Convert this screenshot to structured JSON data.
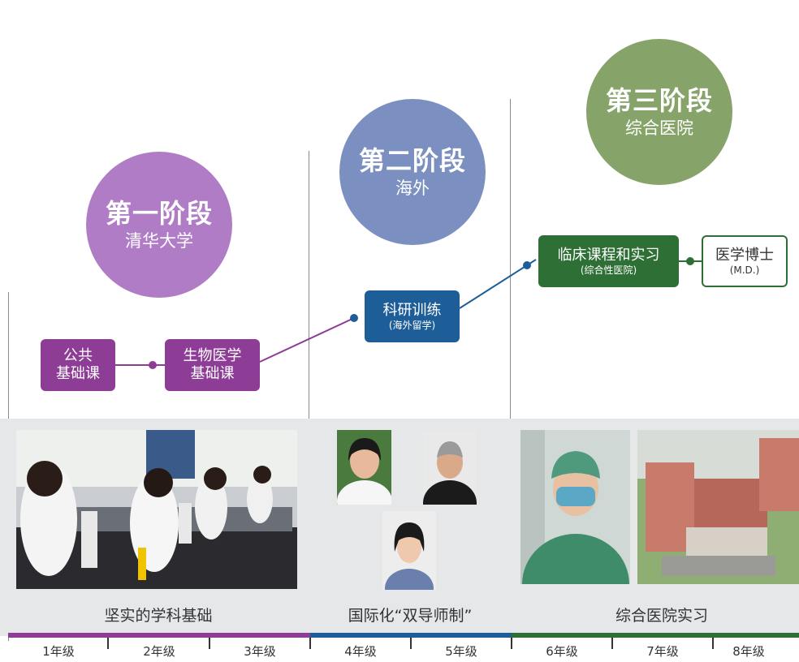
{
  "colors": {
    "purple": "#8e3d97",
    "purple_circle": "#b07cc6",
    "blue": "#1d5e98",
    "blue_circle": "#7b8fc0",
    "green": "#2e6f35",
    "green_circle": "#86a36a"
  },
  "stages": [
    {
      "title": "第一阶段",
      "subtitle": "清华大学"
    },
    {
      "title": "第二阶段",
      "subtitle": "海外"
    },
    {
      "title": "第三阶段",
      "subtitle": "综合医院"
    }
  ],
  "boxes": {
    "public": {
      "line1": "公共",
      "line2": "基础课"
    },
    "biomed": {
      "line1": "生物医学",
      "line2": "基础课"
    },
    "research": {
      "line1": "科研训练",
      "line2": "(海外留学)"
    },
    "clinical": {
      "line1": "临床课程和实习",
      "line2": "(综合性医院)"
    },
    "md": {
      "line1": "医学博士",
      "line2": "(M.D.)"
    }
  },
  "captions": [
    "坚实的学科基础",
    "国际化“双导师制”",
    "综合医院实习"
  ],
  "grades": [
    "1年级",
    "2年级",
    "3年级",
    "4年级",
    "5年级",
    "6年级",
    "7年级",
    "8年级"
  ]
}
